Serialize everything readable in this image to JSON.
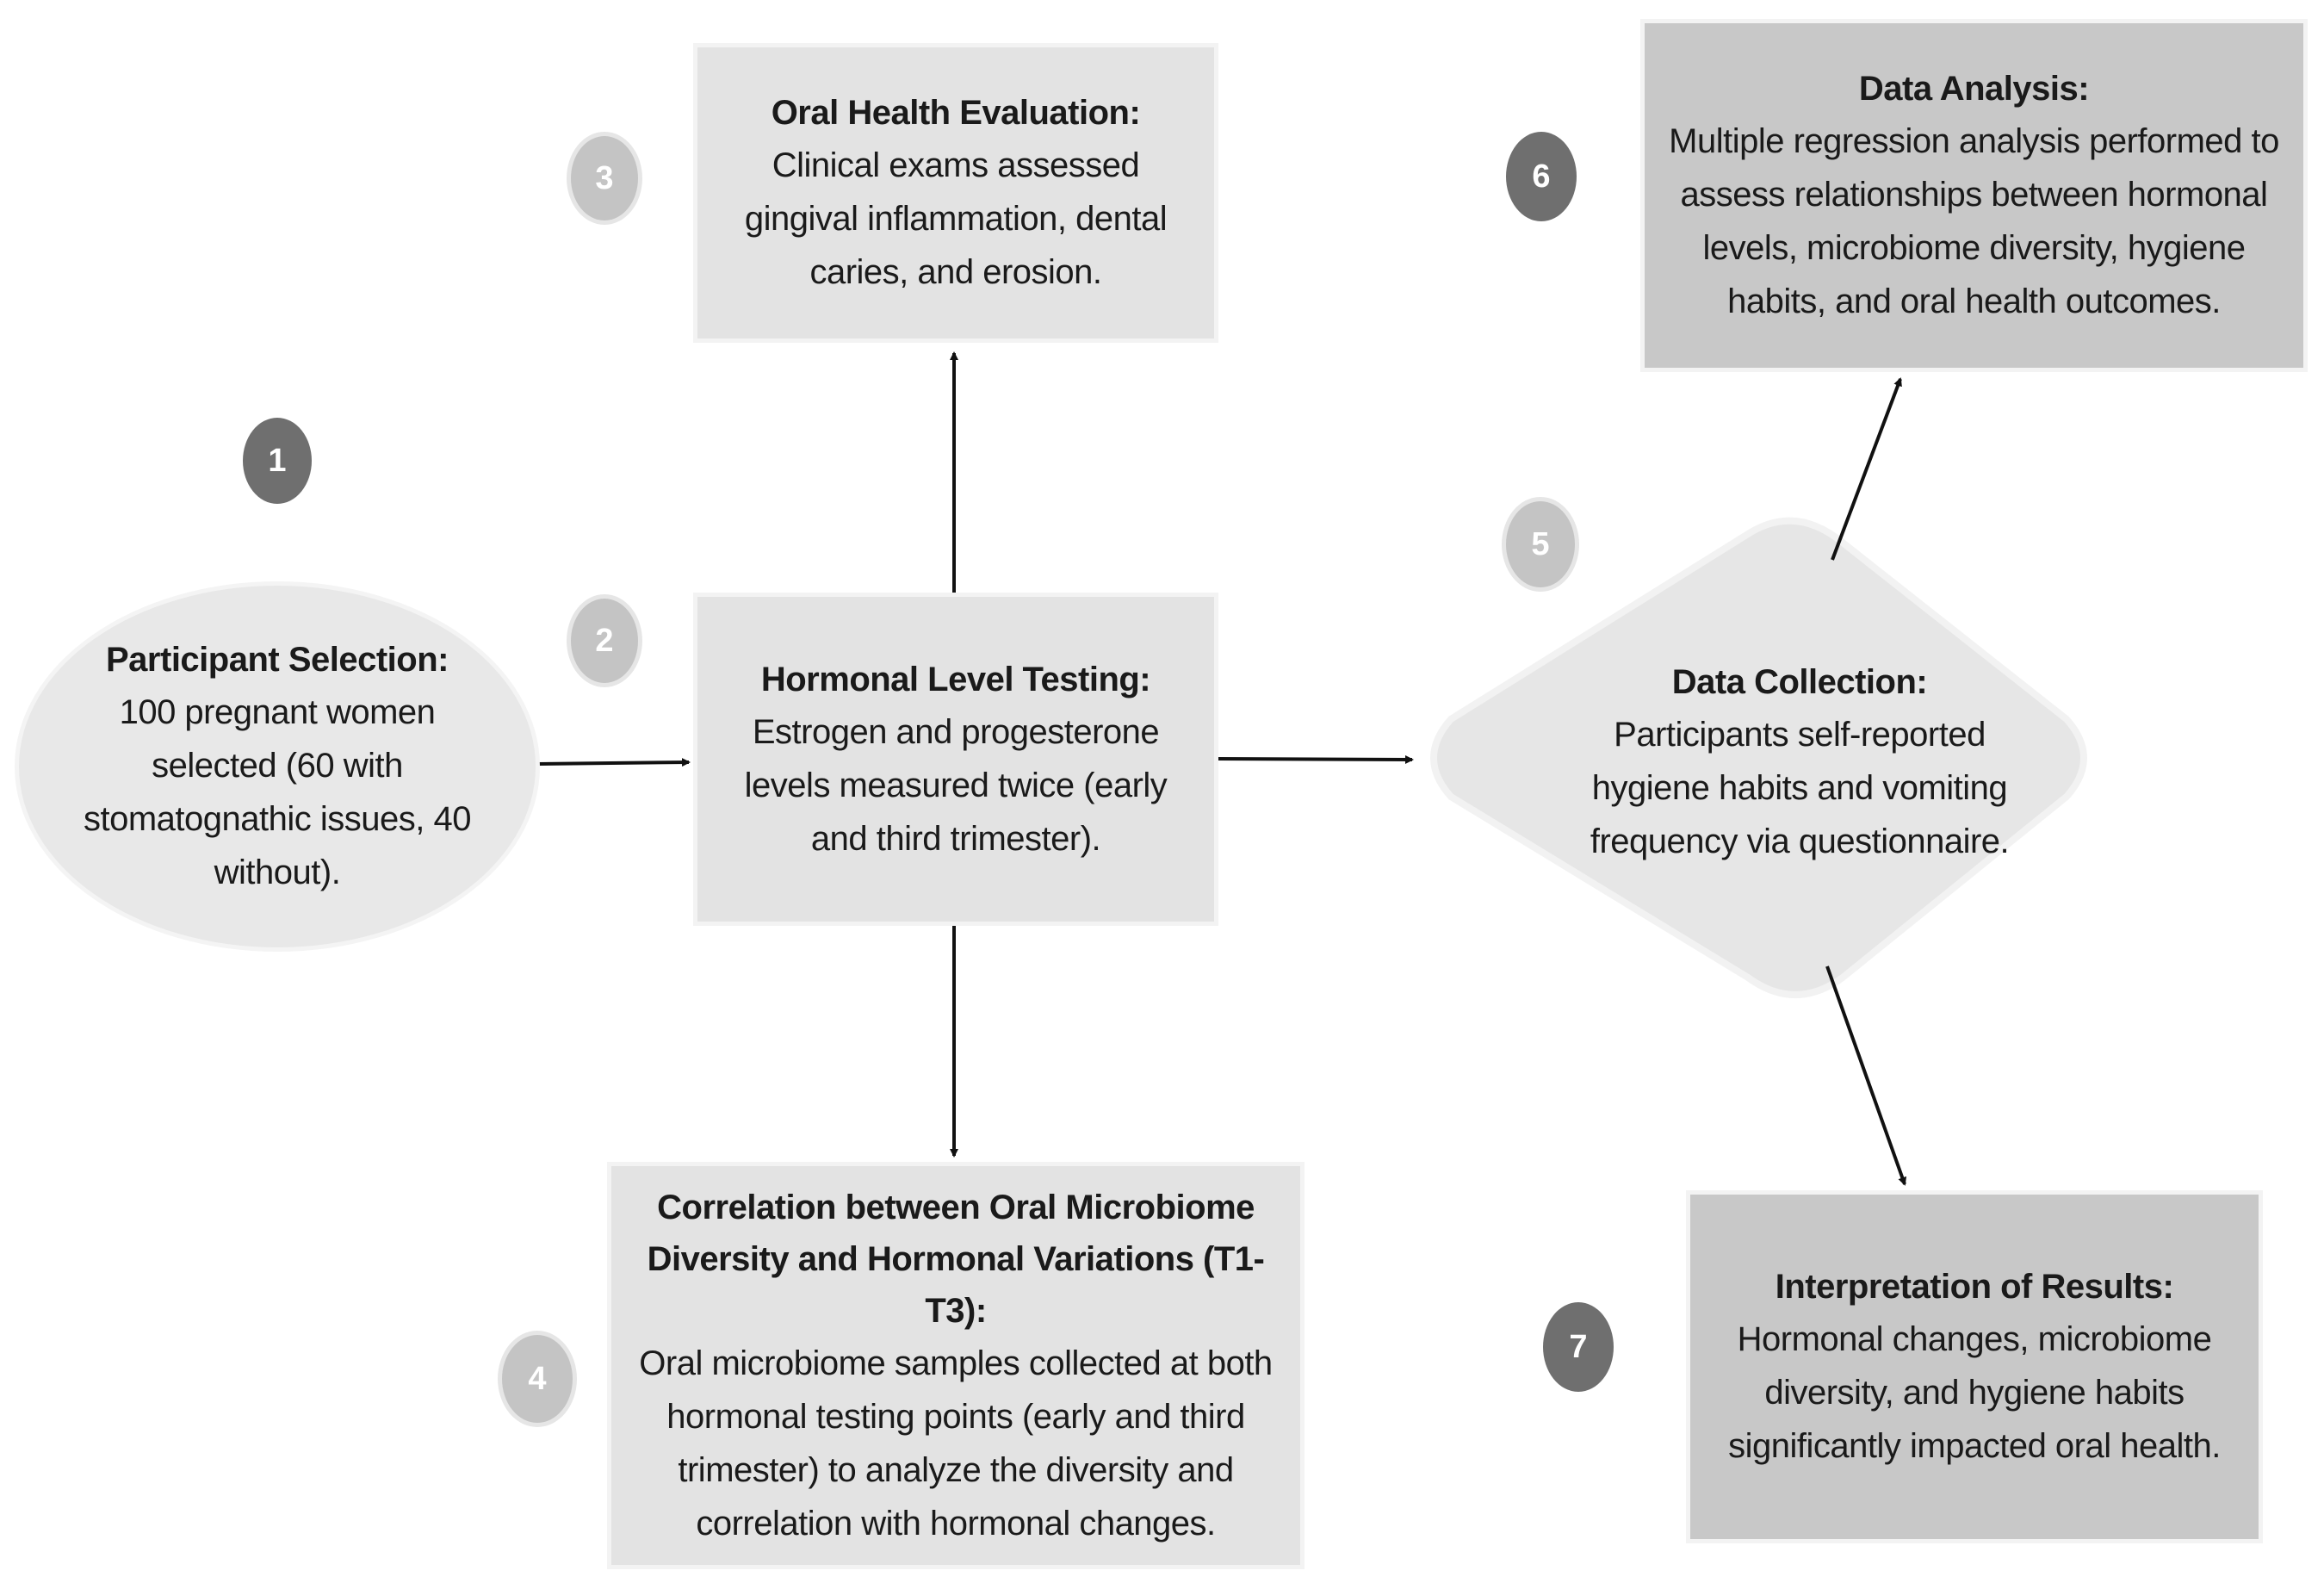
{
  "nodes": {
    "participant_selection": {
      "step": "1",
      "title": "Participant Selection:",
      "body": "100 pregnant women selected (60 with stomatognathic issues, 40 without)."
    },
    "hormonal_testing": {
      "step": "2",
      "title": "Hormonal Level Testing:",
      "body": "Estrogen and progesterone levels measured twice (early and third trimester)."
    },
    "oral_health": {
      "step": "3",
      "title": "Oral Health Evaluation:",
      "body": "Clinical exams assessed gingival inflammation, dental caries, and erosion."
    },
    "correlation": {
      "step": "4",
      "title": "Correlation between Oral Microbiome Diversity and Hormonal Variations (T1-T3):",
      "body": "Oral microbiome samples collected at both hormonal testing points (early and third trimester) to analyze the diversity and correlation with hormonal changes."
    },
    "data_collection": {
      "step": "5",
      "title": "Data Collection:",
      "body": "Participants self-reported hygiene habits and vomiting frequency via questionnaire."
    },
    "data_analysis": {
      "step": "6",
      "title": "Data Analysis:",
      "body": "Multiple regression analysis performed to assess relationships between hormonal levels, microbiome diversity, hygiene habits, and oral health outcomes."
    },
    "interpretation": {
      "step": "7",
      "title": "Interpretation of Results:",
      "body": "Hormonal changes, microbiome diversity, and hygiene habits significantly impacted oral health."
    }
  }
}
